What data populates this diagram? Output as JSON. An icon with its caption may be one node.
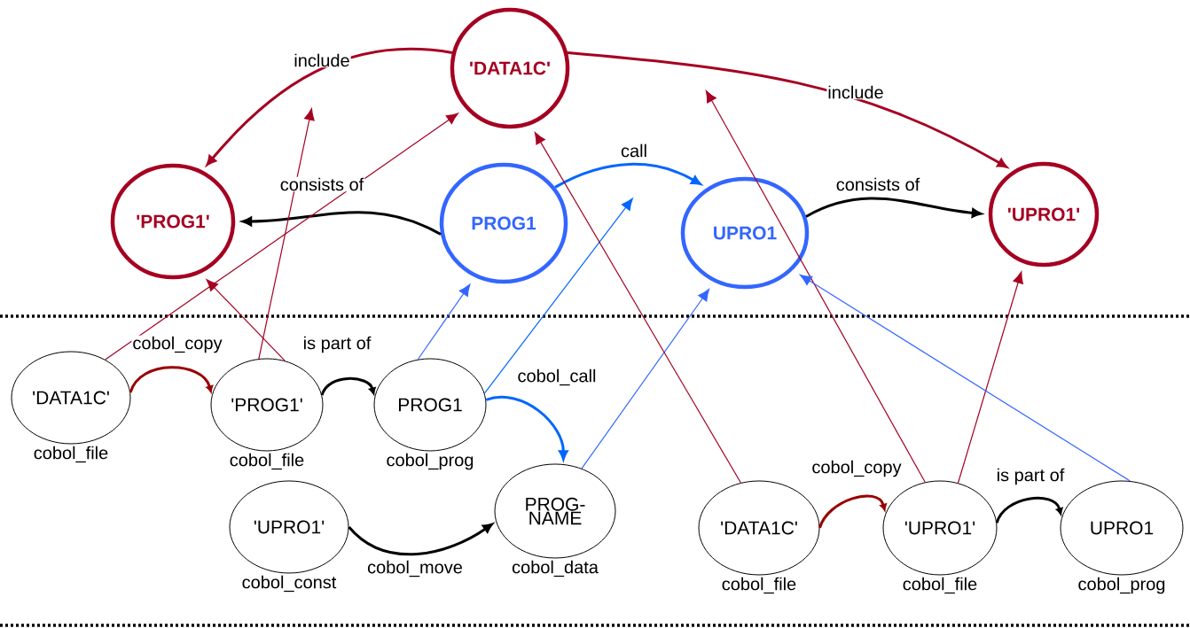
{
  "diagram": {
    "nodes": [
      {
        "text": [
          "'DATA1C'"
        ]
      },
      {
        "text": [
          "'PROG1'"
        ]
      },
      {
        "text": [
          "PROG1"
        ]
      },
      {
        "text": [
          "UPRO1"
        ]
      },
      {
        "text": [
          "'UPRO1'"
        ]
      },
      {
        "text": [
          "'DATA1C'"
        ],
        "beside": [
          "cobol_file"
        ]
      },
      {
        "text": [
          "'PROG1'"
        ],
        "beside": [
          "cobol_file"
        ]
      },
      {
        "text": [
          "PROG1"
        ],
        "beside": [
          "cobol_prog"
        ]
      },
      {
        "text": [
          "'UPRO1'"
        ],
        "beside": [
          "cobol_const"
        ]
      },
      {
        "text": [
          "PROG-NAME"
        ],
        "beside": [
          "cobol_data"
        ]
      },
      {
        "text": [
          "'DATA1C'"
        ],
        "beside": [
          "cobol_file"
        ]
      },
      {
        "text": [
          "'UPRO1'"
        ],
        "beside": [
          "cobol_file"
        ]
      },
      {
        "text": [
          "UPRO1"
        ],
        "beside": [
          "cobol_prog"
        ]
      }
    ],
    "edges": [
      {
        "from": 0,
        "to": 1,
        "arrow": "to",
        "label": "include",
        "color": "#a50021"
      },
      {
        "from": 0,
        "to": 4,
        "arrow": "to",
        "label": "include",
        "color": "#a50021"
      },
      {
        "from": 2,
        "to": 1,
        "arrow": "to",
        "label": "consists of",
        "color": "#000000"
      },
      {
        "from": 2,
        "to": 3,
        "arrow": "to",
        "label": "call",
        "color": "#0066ff"
      },
      {
        "from": 3,
        "to": 4,
        "arrow": "to",
        "label": "consists of",
        "color": "#000000"
      },
      {
        "from": 5,
        "to": 6,
        "arrow": "to",
        "label": "cobol_copy",
        "color": "#990000"
      },
      {
        "from": 6,
        "to": 7,
        "arrow": "to",
        "label": "is part of",
        "color": "#000000"
      },
      {
        "from": 7,
        "to": 9,
        "arrow": "to",
        "label": "cobol_call",
        "color": "#0066ff"
      },
      {
        "from": 8,
        "to": 9,
        "arrow": "to",
        "label": "cobol_move",
        "color": "#000000"
      },
      {
        "from": 10,
        "to": 11,
        "arrow": "to",
        "label": "cobol_copy",
        "color": "#990000"
      },
      {
        "from": 11,
        "to": 12,
        "arrow": "to",
        "label": "is part of",
        "color": "#000000"
      },
      {
        "from": 5,
        "to": 0,
        "arrow": "to",
        "color": "#a50021"
      },
      {
        "from": 6,
        "to": null,
        "arrow": "to",
        "color": "#a50021"
      },
      {
        "from": 6,
        "to": 1,
        "arrow": "to",
        "color": "#a50021"
      },
      {
        "from": 7,
        "to": 2,
        "arrow": "to",
        "color": "#3366ff"
      },
      {
        "from": 7,
        "to": null,
        "arrow": "to",
        "color": "#0066ff"
      },
      {
        "from": 9,
        "to": 3,
        "arrow": "to",
        "color": "#3366ff"
      },
      {
        "from": 10,
        "to": 0,
        "arrow": "to",
        "color": "#a50021"
      },
      {
        "from": 11,
        "to": null,
        "arrow": "to",
        "color": "#a50021"
      },
      {
        "from": 11,
        "to": 4,
        "arrow": "to",
        "color": "#a50021"
      },
      {
        "from": 12,
        "to": 3,
        "arrow": "to",
        "color": "#3366ff"
      }
    ]
  }
}
